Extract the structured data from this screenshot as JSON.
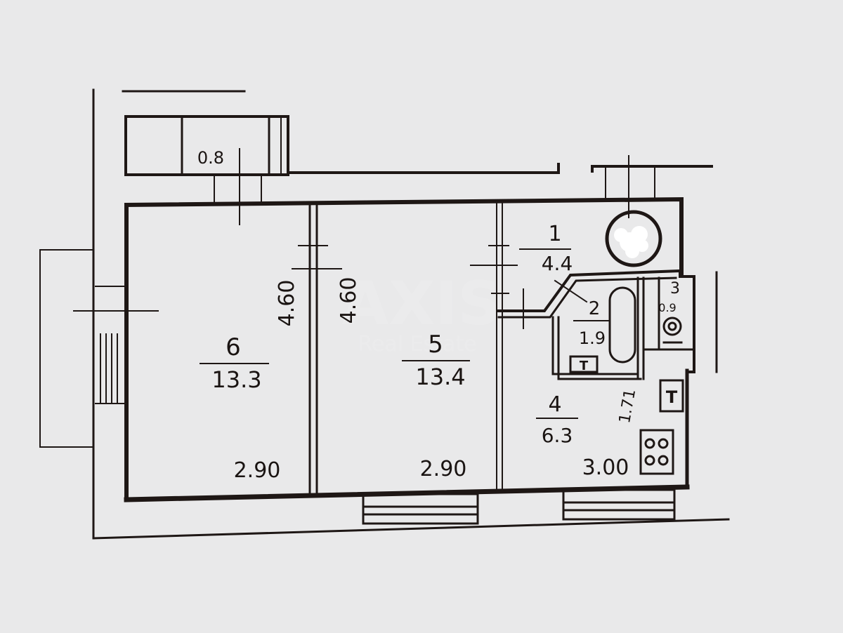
{
  "colors": {
    "paper": "#e9e9ea",
    "ink": "#1e1715"
  },
  "balcony": {
    "area": "0.8"
  },
  "rooms": [
    {
      "num": "6",
      "area": "13.3"
    },
    {
      "num": "5",
      "area": "13.4"
    },
    {
      "num": "1",
      "area": "4.4"
    },
    {
      "num": "2",
      "area": "1.9"
    },
    {
      "num": "3",
      "area": "0.9"
    },
    {
      "num": "4",
      "area": "6.3"
    }
  ],
  "dimensions": {
    "room6_height": "4.60",
    "room5_height": "4.60",
    "room6_width": "2.90",
    "room5_width": "2.90",
    "kitchen_width": "3.00",
    "kitchen_side": "1.71"
  },
  "fixtures": {
    "toilet_tag": "T",
    "kitchen_tag": "T"
  },
  "watermark": {
    "brand": "AXIS",
    "subtitle": "Real Estate"
  }
}
